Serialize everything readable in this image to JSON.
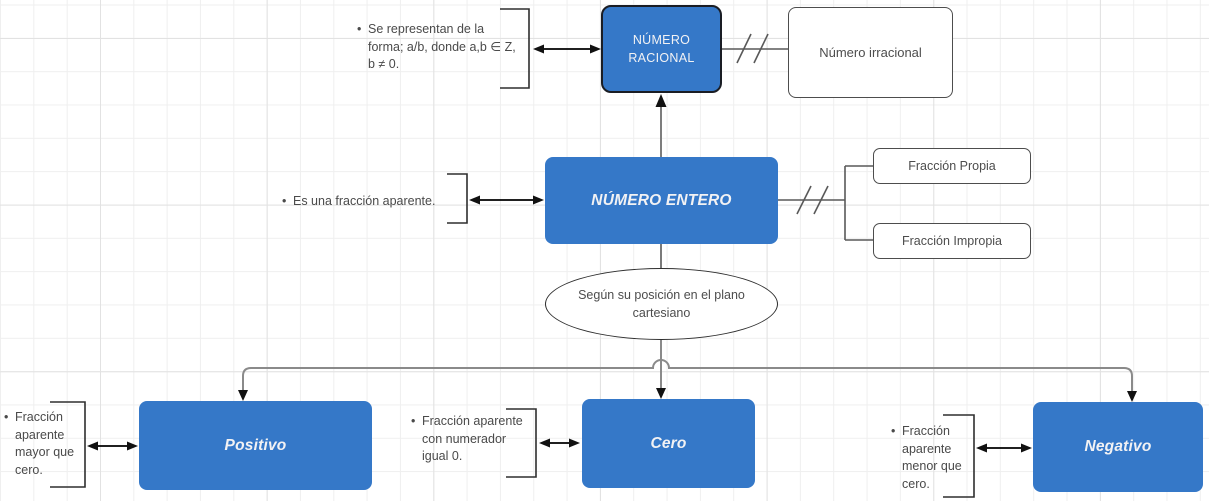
{
  "ui": {
    "bullet": "•"
  },
  "diagram": {
    "title_hint": "Mapa conceptual del número entero",
    "colors": {
      "node_fill": "#3578C8",
      "node_text": "#F2F2F4",
      "outline_box_border": "#4D4D4D",
      "text_gray": "#4A4A4A",
      "connector": "#595959",
      "tree_connector": "#8A8A8A",
      "arrow": "#000000"
    },
    "nodes": {
      "racional": {
        "label": "NÚMERO\nRACIONAL"
      },
      "irracional": {
        "label": "Número irracional"
      },
      "entero": {
        "label": "NÚMERO ENTERO"
      },
      "fraccion_propia": {
        "label": "Fracción Propia"
      },
      "fraccion_impropia": {
        "label": "Fracción Impropia"
      },
      "condicion": {
        "label": "Según su posición en el plano\ncartesiano"
      },
      "positivo": {
        "label": "Positivo"
      },
      "cero": {
        "label": "Cero"
      },
      "negativo": {
        "label": "Negativo"
      }
    },
    "annotations": {
      "racional_note": {
        "text": "Se representan de la\nforma; a/b, donde a,b ∈ Z,\nb ≠ 0."
      },
      "entero_note": {
        "text": "Es una fracción aparente."
      },
      "positivo_note": {
        "text": "Fracción\naparente\nmayor que\ncero."
      },
      "cero_note": {
        "text": "Fracción aparente\ncon numerador\nigual 0."
      },
      "negativo_note": {
        "text": "Fracción\naparente\nmenor que\ncero."
      }
    }
  }
}
